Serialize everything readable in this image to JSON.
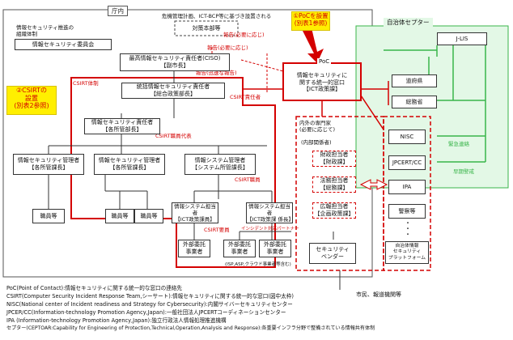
{
  "regions": {
    "inside": "庁内",
    "self_defense": "自治体セプター"
  },
  "top_note": "危機管理計画、ICT-BCP等に基づき設置される",
  "hq": "対策本部等",
  "committee_note": "情報セキュリティ推進の\n組織体制",
  "committee": "情報セキュリティ委員会",
  "ciso": "最高情報セキュリティ責任者(CISO)\n【副市長】",
  "arrow_labels": {
    "report_if_needed": "報告(必要に応じ)",
    "report_if_needed2": "報告(必要に応じ)",
    "report_immediate": "報告(迅速な報告)"
  },
  "callouts": {
    "csirt": "②CSIRTの\n設置\n(別表2参照)",
    "poc": "①PoCを設置\n(別表1参照)"
  },
  "red_labels": {
    "csirt_system": "CSIRT体制",
    "csirt_responsible": "CSIRT責任者",
    "csirt_member1": "CSIRT職員代表",
    "csirt_member2": "CSIRT職員",
    "csirt_staff": "CSIRT要員",
    "incident": "インシデント対応パートナー"
  },
  "unified_mgr": "統括情報セキュリティ責任者\n【総合政策部長】",
  "sec_mgr": "情報セキュリティ責任者\n【各所管部長】",
  "managers": [
    "情報セキュリティ管理者\n【各所管課長】",
    "情報セキュリティ管理者\n【各所管課長】",
    "情報システム管理者\n【システム所管課長】"
  ],
  "sys_staff": [
    "情報システム担当者\n【ICT政策課員】",
    "情報システム担当者\n【ICT政策課 係長】"
  ],
  "employees": [
    "職員等",
    "職員等",
    "職員等"
  ],
  "outsource": [
    "外部委託\n事業者",
    "外部委託\n事業者",
    "外部委託\n事業者"
  ],
  "outsource_note": "(ISP,ASP,クラウド事業者等含む)",
  "poc": {
    "label": "PoC",
    "desc": "情報セキュリティに\n関する統一的窓口\n【ICT政策課】"
  },
  "experts": {
    "title": "内外の専門家\n(必要に応じて)",
    "inner": "(内部関係者)",
    "list": [
      "財政担当者\n【財政課】",
      "法務担当者\n【総務課】",
      "広報担当者\n【企画政策課】"
    ]
  },
  "vendor": "セキュリティ\nベンダー",
  "external": {
    "jlis": "J-LIS",
    "pref": "道府県",
    "mic": "総務省",
    "nisc": "NISC",
    "jpcert": "JPCERT/CC",
    "ipa": "IPA",
    "police": "警察等",
    "platform": "自治体情報\nセキュリティ\nプラットフォーム",
    "press": "市民、報道機関等"
  },
  "green_labels": {
    "urgent": "緊急連絡",
    "early": "早期警戒"
  },
  "legend": [
    "PoC(Point of Contact):情報セキュリティに関する統一的な窓口の連絡先",
    "CSIRT(Computer Security Incident Response Team,シーサート):情報セキュリティに関する統一的な窓口(図中太枠)",
    "NISC(National center of Incident readiness and Strategy for Cybersecurity):内閣サイバーセキュリティセンター",
    "JPCER/CC(Information-technology Promotion Agency,Japan):一般社団法人JPCERTコーディネーションセンター",
    "IPA (Information-technology Promotion Agency,Japan):独立行政法人情報処理推進機構",
    "セプター(CEPTOAR:Capability for Engineering of Protection,Technical,Operation,Analysis and Response):各重要インフラ分野で整備されている情報共有体制"
  ],
  "colors": {
    "red": "#d40000",
    "green": "#39b54a",
    "green_fill": "#d9f5dc",
    "yellow": "#ffef00"
  }
}
